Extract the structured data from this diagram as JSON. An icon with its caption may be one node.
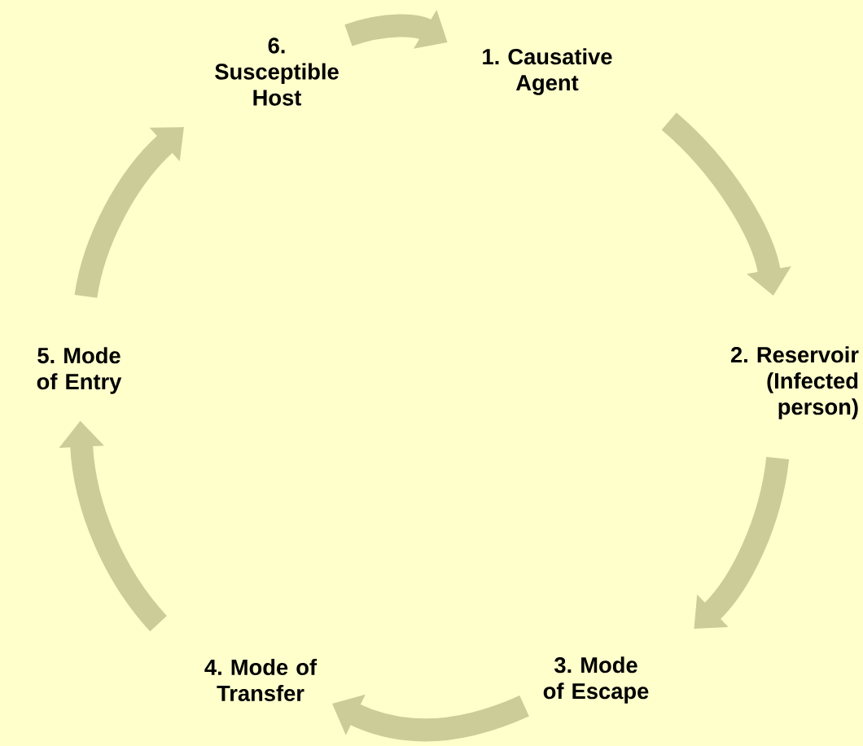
{
  "diagram": {
    "nodes": [
      {
        "text": [
          "1. Causative Agent"
        ]
      },
      {
        "text": [
          "2. Reservoir (Infected person)"
        ]
      },
      {
        "text": [
          "3. Mode of Escape"
        ]
      },
      {
        "text": [
          "4. Mode of Transfer"
        ]
      },
      {
        "text": [
          "5. Mode of Entry"
        ]
      },
      {
        "text": [
          "6. Susceptible Host"
        ]
      }
    ],
    "edges": [
      {
        "from": 5,
        "to": 0,
        "arrow": "to"
      },
      {
        "from": 0,
        "to": 1,
        "arrow": "to"
      },
      {
        "from": 1,
        "to": 2,
        "arrow": "to"
      },
      {
        "from": 2,
        "to": 3,
        "arrow": "to"
      },
      {
        "from": 3,
        "to": 4,
        "arrow": "to"
      },
      {
        "from": 4,
        "to": 5,
        "arrow": "to"
      }
    ]
  }
}
